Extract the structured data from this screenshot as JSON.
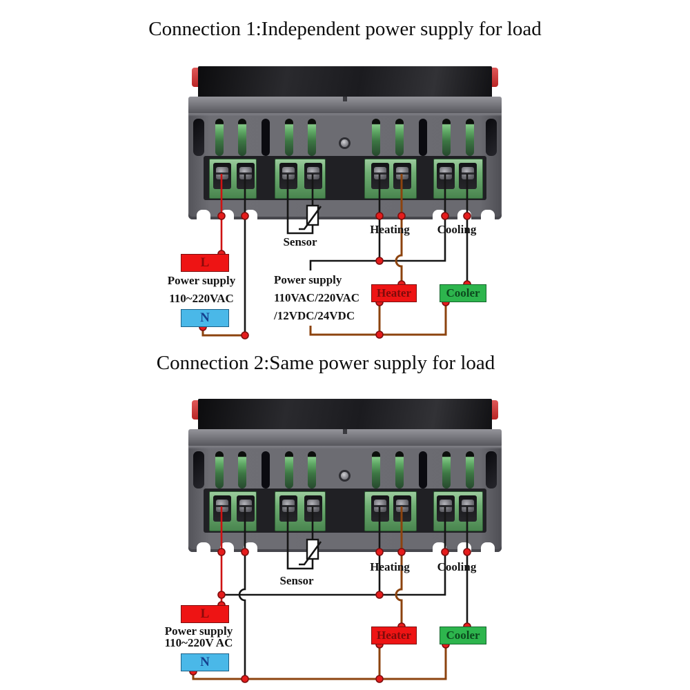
{
  "diagram1": {
    "title": "Connection 1:Independent power supply for load",
    "terminal_l": "L",
    "terminal_n": "N",
    "power_supply_left_line1": "Power supply",
    "power_supply_left_line2": "110~220VAC",
    "sensor_label": "Sensor",
    "heating_label": "Heating",
    "cooling_label": "Cooling",
    "load_power_supply_line1": "Power supply",
    "load_power_supply_line2": "110VAC/220VAC",
    "load_power_supply_line3": "/12VDC/24VDC",
    "heater_label": "Heater",
    "cooler_label": "Cooler"
  },
  "diagram2": {
    "title": "Connection 2:Same power supply for load",
    "terminal_l": "L",
    "terminal_n": "N",
    "power_supply_line1": "Power supply",
    "power_supply_line2": "110~220V AC",
    "sensor_label": "Sensor",
    "heating_label": "Heating",
    "cooling_label": "Cooling",
    "heater_label": "Heater",
    "cooler_label": "Cooler"
  },
  "colors": {
    "wire_black": "#151515",
    "wire_red": "#cf1212",
    "wire_brown": "#8c430e",
    "junction_dot": "#e51c1c",
    "live_block": "#ee1414",
    "neutral_block": "#4ab8e8",
    "heater_block": "#ee1414",
    "cooler_block": "#2db54d"
  }
}
